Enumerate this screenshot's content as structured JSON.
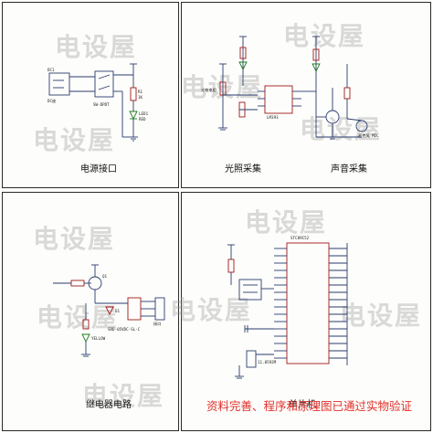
{
  "watermark": "电设屋",
  "panels": {
    "power": {
      "label": "电源接口",
      "connector": "DC1",
      "connector_sub": "DC座",
      "switch": "SW-DPDT",
      "resistor": "R1",
      "resistor_val": "1K",
      "led": "LED1",
      "led_sub": "RED"
    },
    "light": {
      "label": "光照采集",
      "chip": "LM393",
      "sensor": "光敏电阻"
    },
    "sound": {
      "label": "声音采集",
      "mic": "麦克风 MIC"
    },
    "relay": {
      "label": "继电器电路",
      "transistor": "Q1",
      "diode": "D1",
      "led": "YELLOW",
      "relay_part": "SRD-05VDC-SL-C",
      "terminal": "接口"
    },
    "mcu": {
      "label": "单片机",
      "chip": "STC89C52",
      "crystal": "11.0592M"
    }
  },
  "footer": "资料完善、程序和原理图已通过实物验证"
}
